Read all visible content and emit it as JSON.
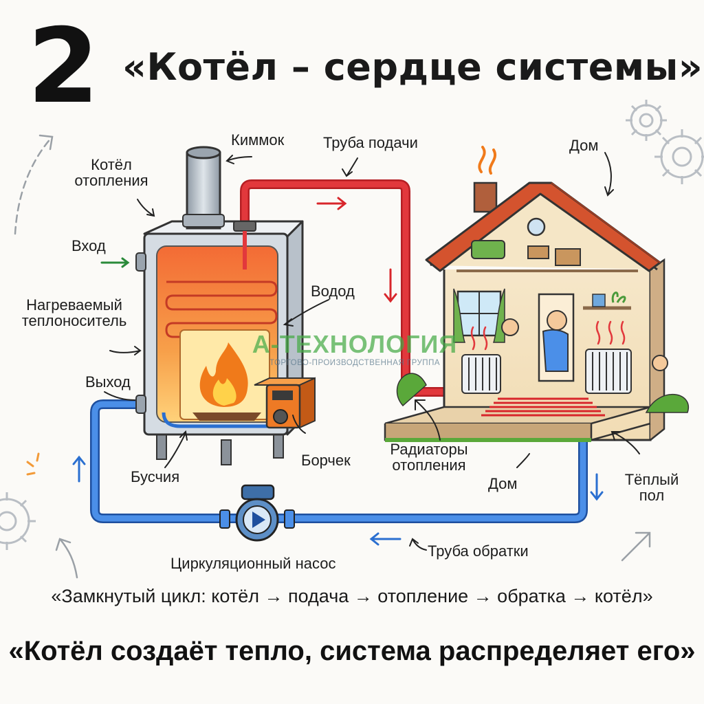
{
  "header": {
    "step_number": "2",
    "title": "«Котёл – сердце системы»"
  },
  "labels": {
    "chimney": "Киммок",
    "boiler": [
      "Котёл",
      "отопления"
    ],
    "inlet": "Вход",
    "heated_coolant": [
      "Нагреваемый",
      "теплоноситель"
    ],
    "outlet": "Выход",
    "burner_box": "Бусчия",
    "burner": "Борчек",
    "water": "Водод",
    "supply_pipe": "Труба подачи",
    "house_top": "Дом",
    "radiators": [
      "Радиаторы",
      "отопления"
    ],
    "house_bottom": "Дом",
    "warm_floor": [
      "Тёплый",
      "пол"
    ],
    "return_pipe": "Труба обратки",
    "pump": "Циркуляционный насос"
  },
  "watermark": {
    "name": "А-ТЕХНОЛОГИЯ",
    "subtitle": "ТОРГОВО-ПРОИЗВОДСТВЕННАЯ ГРУППА"
  },
  "captions": {
    "cycle": "«Замкнутый цикл: котёл → подача → отопление → обратка → котёл»",
    "bottom": "«Котёл создаёт тепло, система распределяет его»"
  },
  "colors": {
    "supply": "#d8262b",
    "return": "#2a6fd0",
    "fire": "#f07a1a",
    "roof": "#d4532e",
    "boiler_body": "#d5dce3",
    "lawn": "#5aa83a"
  }
}
